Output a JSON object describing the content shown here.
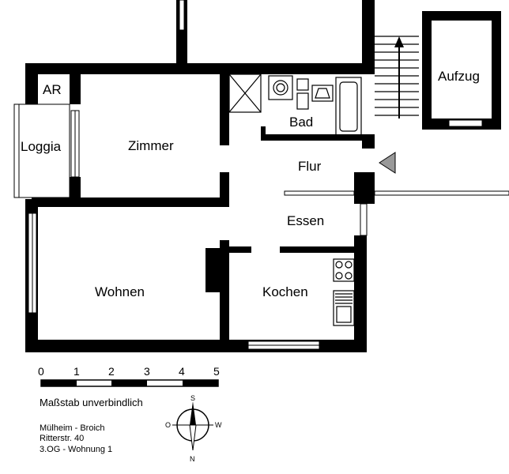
{
  "rooms": {
    "ar": "AR",
    "loggia": "Loggia",
    "zimmer": "Zimmer",
    "bad": "Bad",
    "flur": "Flur",
    "essen": "Essen",
    "wohnen": "Wohnen",
    "kochen": "Kochen",
    "aufzug": "Aufzug"
  },
  "scale": {
    "ticks": [
      "0",
      "1",
      "2",
      "3",
      "4",
      "5"
    ],
    "note": "Maßstab unverbindlich"
  },
  "address": {
    "line1": "Mülheim - Broich",
    "line2": "Ritterstr. 40",
    "line3": "3.OG - Wohnung 1"
  },
  "compass": {
    "north": "N",
    "south": "S",
    "east": "O",
    "west": "W"
  },
  "colors": {
    "wall": "#000000",
    "entrance_marker": "#999999"
  }
}
